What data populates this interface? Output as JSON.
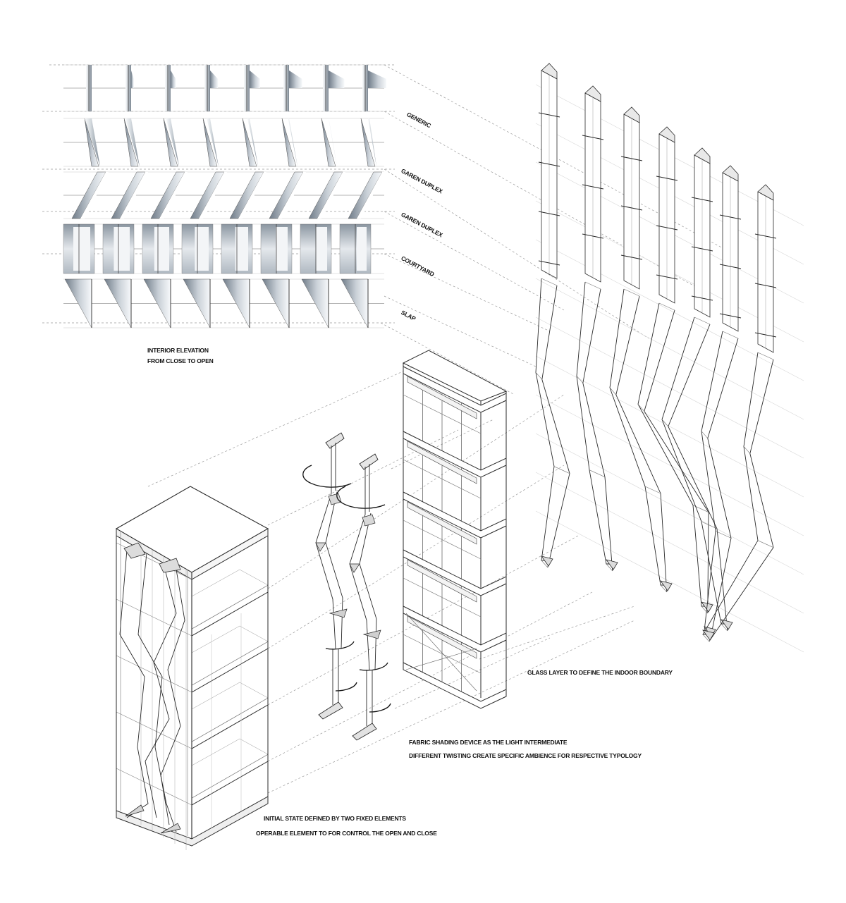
{
  "typology_labels": [
    "GENERIC",
    "GAREN DUPLEX",
    "GAREN DUPLEX",
    "COURTYARD",
    "SLAP"
  ],
  "interior_caption": {
    "line1": "INTERIOR ELEVATION",
    "line2": "FROM CLOSE TO OPEN"
  },
  "glass_caption": "GLASS LAYER TO DEFINE THE  INDOOR BOUNDARY",
  "fabric_caption": {
    "line1": "FABRIC  SHADING DEVICE AS THE  LIGHT INTERMEDIATE",
    "line2": "DIFFERENT TWISTING CREATE SPECIFIC AMBIENCE FOR RESPECTIVE TYPOLOGY"
  },
  "initial_caption": {
    "line1": "INITIAL STATE DEFINED BY TWO FIXED ELEMENTS",
    "line2": "OPERABLE ELEMENT TO FOR CONTROL THE OPEN AND CLOSE"
  },
  "colors": {
    "line": "#2a2a2a",
    "thin": "#8a8a8a",
    "dash": "#9a9a9a",
    "panel_dark": "#7f8a96",
    "panel_light": "#f4f6f8"
  }
}
